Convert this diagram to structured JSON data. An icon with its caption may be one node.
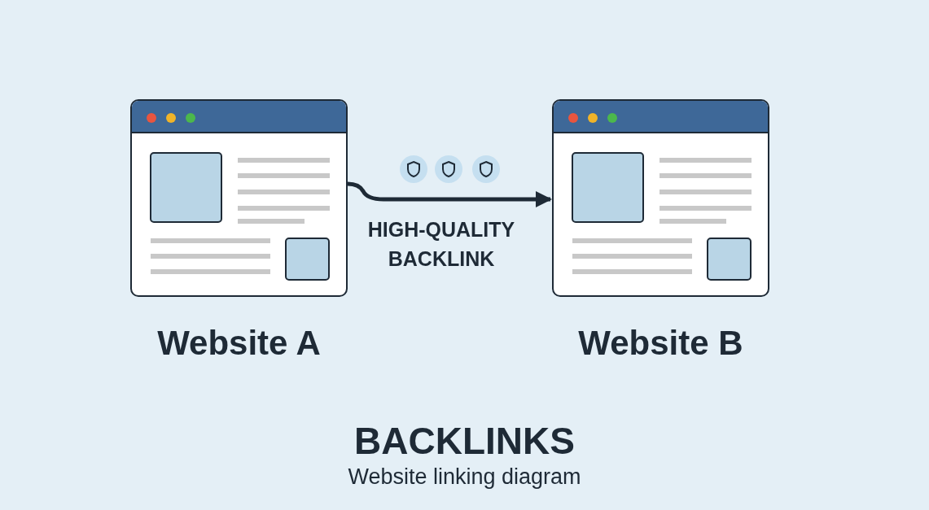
{
  "diagram": {
    "title": "BACKLINKS",
    "caption": "Website linking diagram",
    "nodes": [
      {
        "text": [
          "Website A"
        ]
      },
      {
        "text": [
          "Website B"
        ]
      }
    ],
    "edges": [
      {
        "from": 0,
        "to": 1,
        "arrow": "to",
        "label": "HIGH-QUALITY BACKLINK"
      }
    ]
  }
}
